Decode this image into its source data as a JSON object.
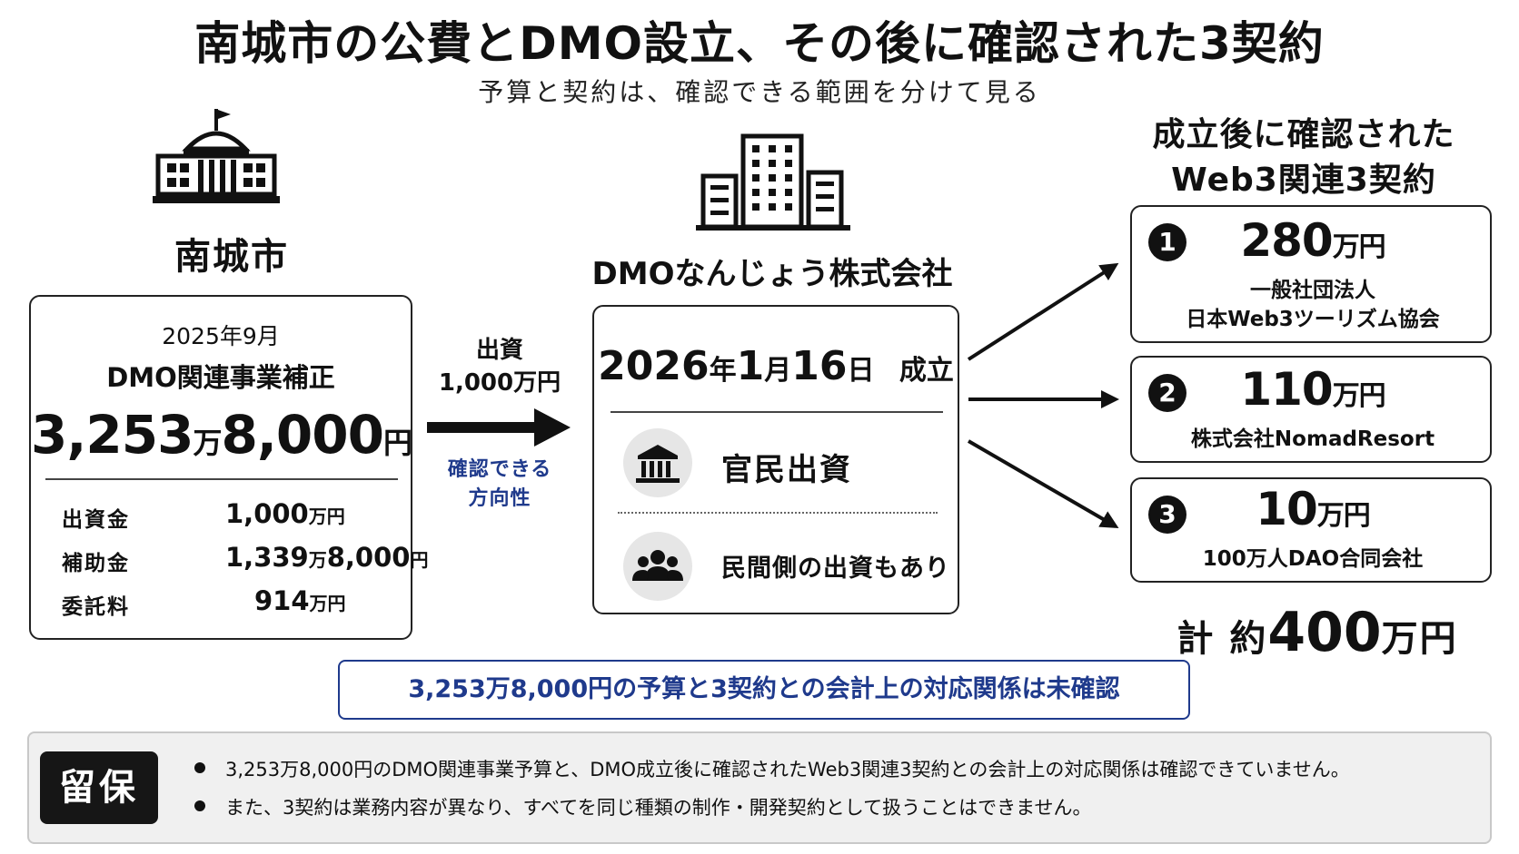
{
  "header": {
    "title": "南城市の公費とDMO設立、その後に確認された3契約",
    "subtitle": "予算と契約は、確認できる範囲を分けて見る"
  },
  "city": {
    "icon": "city-hall-icon",
    "name": "南城市",
    "budget": {
      "date": "2025年9月",
      "label": "DMO関連事業補正",
      "total_main": "3,253",
      "total_unit1": "万",
      "total_sub": "8,000",
      "total_unit2": "円",
      "breakdown": [
        {
          "label": "出資金",
          "value": "1,000",
          "unit": "万円",
          "value2": "",
          "unit2": ""
        },
        {
          "label": "補助金",
          "value": "1,339",
          "unit": "万",
          "value2": "8,000",
          "unit2": "円"
        },
        {
          "label": "委託料",
          "value": "914",
          "unit": "万円",
          "value2": "",
          "unit2": ""
        }
      ]
    }
  },
  "investment": {
    "label_line1": "出資",
    "label_line2": "1,000万円",
    "direction_line1": "確認できる",
    "direction_line2": "方向性"
  },
  "dmo": {
    "icon": "office-buildings-icon",
    "name": "DMOなんじょう株式会社",
    "date_parts": [
      "2026",
      "年",
      "1",
      "月",
      "16",
      "日"
    ],
    "established": "成立",
    "features": [
      {
        "icon": "bank-icon",
        "text": "官民出資"
      },
      {
        "icon": "people-group-icon",
        "text": "民間側の出資もあり"
      }
    ]
  },
  "contracts": {
    "heading_line1": "成立後に確認された",
    "heading_line2": "Web3関連3契約",
    "items": [
      {
        "number": "1",
        "amount": "280",
        "unit": "万円",
        "org_line1": "一般社団法人",
        "org_line2": "日本Web3ツーリズム協会"
      },
      {
        "number": "2",
        "amount": "110",
        "unit": "万円",
        "org_line1": "株式会社NomadResort",
        "org_line2": ""
      },
      {
        "number": "3",
        "amount": "10",
        "unit": "万円",
        "org_line1": "100万人DAO合同会社",
        "org_line2": ""
      }
    ],
    "total_prefix": "計 約",
    "total_amount": "400",
    "total_unit": "万円"
  },
  "banner": {
    "text": "3,253万8,000円の予算と3契約との会計上の対応関係は未確認"
  },
  "caveat": {
    "tag": "留保",
    "items": [
      "3,253万8,000円のDMO関連事業予算と、DMO成立後に確認されたWeb3関連3契約との会計上の対応関係は確認できていません。",
      "また、3契約は業務内容が異なり、すべてを同じ種類の制作・開発契約として扱うことはできません。"
    ]
  },
  "colors": {
    "accent_blue": "#1f3a8c",
    "text": "#111111",
    "caveat_bg": "#f0f0f0",
    "icon_circle": "#e6e6e6"
  }
}
